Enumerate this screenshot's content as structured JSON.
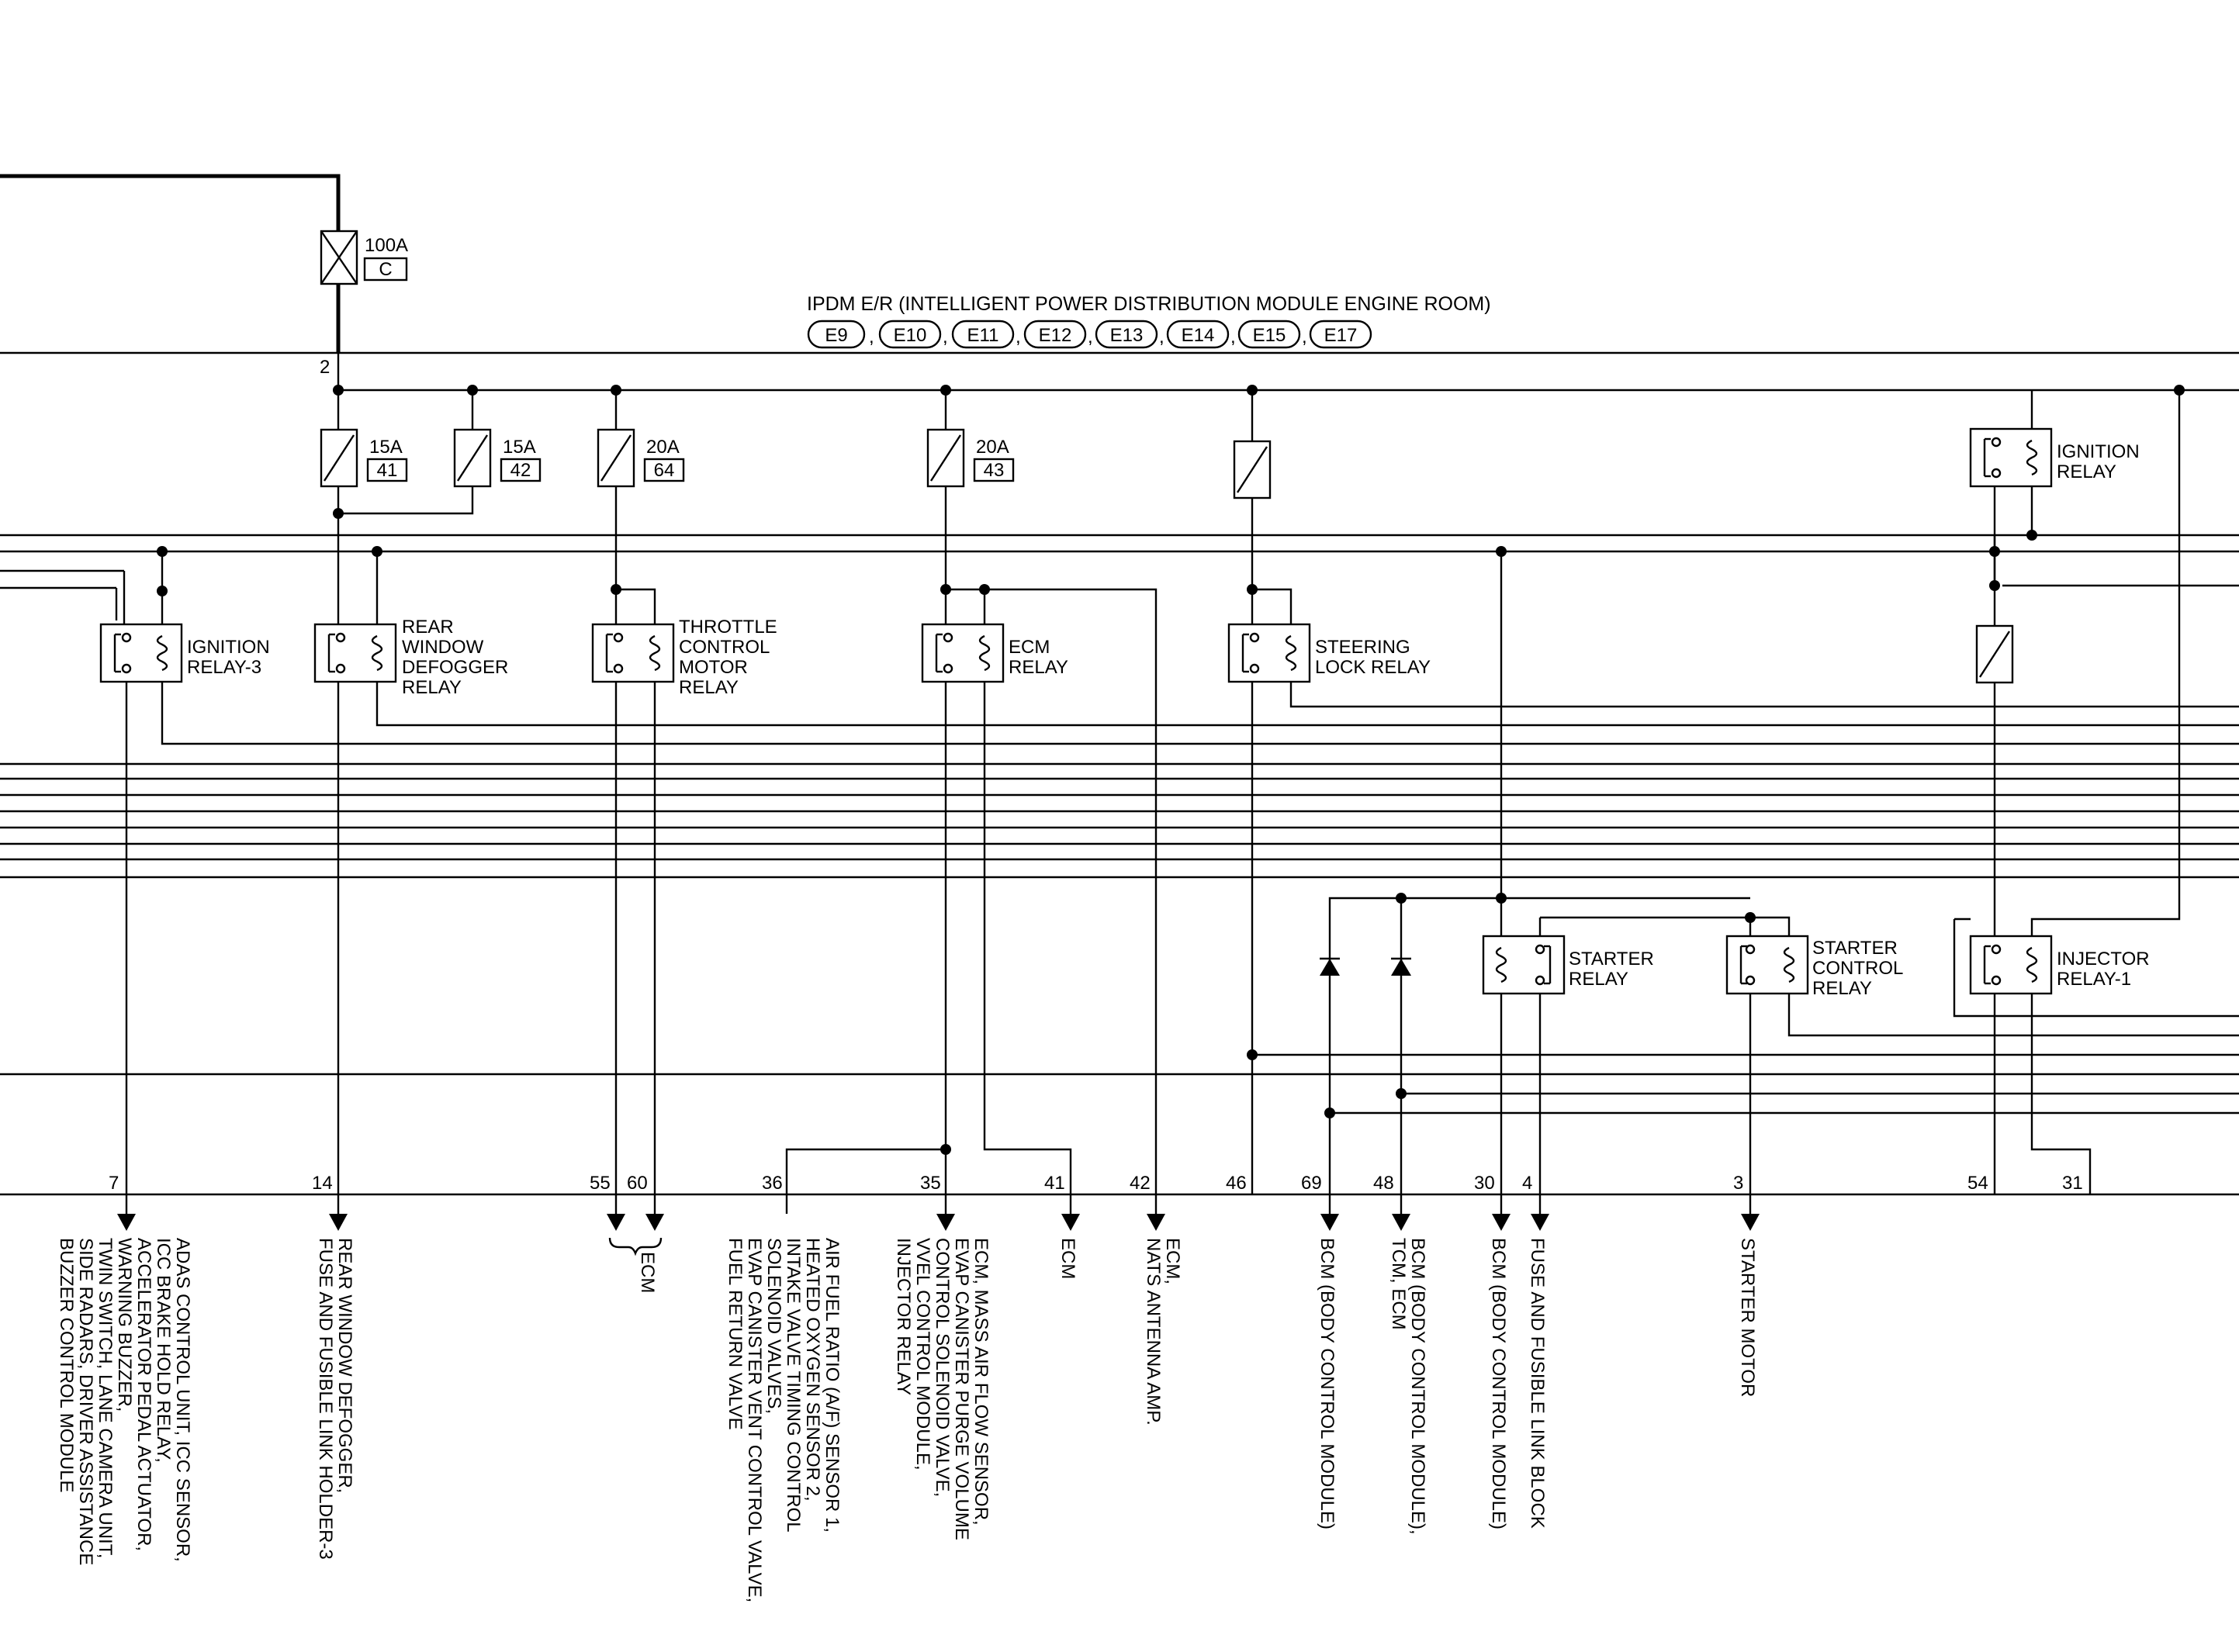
{
  "module": {
    "title": "IPDM E/R (INTELLIGENT POWER DISTRIBUTION MODULE ENGINE ROOM)",
    "connectors": [
      "E9",
      "E10",
      "E11",
      "E12",
      "E13",
      "E14",
      "E15",
      "E17"
    ]
  },
  "main_fuse": {
    "rating": "100A",
    "id": "C",
    "terminal": "2"
  },
  "fuses": [
    {
      "rating": "15A",
      "number": "41"
    },
    {
      "rating": "15A",
      "number": "42"
    },
    {
      "rating": "20A",
      "number": "64"
    },
    {
      "rating": "20A",
      "number": "43"
    }
  ],
  "relays": {
    "ignition_relay_3": [
      "IGNITION",
      "RELAY-3"
    ],
    "rear_window_defogger_relay": [
      "REAR",
      "WINDOW",
      "DEFOGGER",
      "RELAY"
    ],
    "throttle_control_motor_relay": [
      "THROTTLE",
      "CONTROL",
      "MOTOR",
      "RELAY"
    ],
    "ecm_relay": [
      "ECM",
      "RELAY"
    ],
    "steering_lock_relay": [
      "STEERING",
      "LOCK RELAY"
    ],
    "ignition_relay": [
      "IGNITION",
      "RELAY"
    ],
    "starter_relay": [
      "STARTER",
      "RELAY"
    ],
    "starter_control_relay": [
      "STARTER",
      "CONTROL",
      "RELAY"
    ],
    "injector_relay_1": [
      "INJECTOR",
      "RELAY-1"
    ]
  },
  "terminals": [
    "7",
    "14",
    "55",
    "60",
    "36",
    "35",
    "41",
    "42",
    "46",
    "69",
    "48",
    "30",
    "4",
    "3",
    "54",
    "31"
  ],
  "destinations": {
    "t7": [
      "ADAS CONTROL UNIT, ICC SENSOR,",
      "ICC BRAKE HOLD RELAY,",
      "ACCELERATOR PEDAL ACTUATOR,",
      "WARNING BUZZER,",
      "TWIN SWITCH, LANE CAMERA UNIT,",
      "SIDE RADARS, DRIVER ASSISTANCE",
      "BUZZER CONTROL MODULE"
    ],
    "t14": [
      "REAR WINDOW DEFOGGER,",
      "FUSE AND FUSIBLE LINK HOLDER-3"
    ],
    "t55_60": [
      "ECM"
    ],
    "t36": [
      "AIR FUEL RATIO (A/F) SENSOR 1,",
      "HEATED OXYGEN SENSOR 2,",
      "INTAKE VALVE TIMING CONTROL",
      "SOLENOID VALVES,",
      "EVAP CANISTER VENT CONTROL VALVE,",
      "FUEL RETURN VALVE"
    ],
    "t35": [
      "ECM, MASS AIR FLOW SENSOR,",
      "EVAP CANISTER PURGE VOLUME",
      "CONTROL SOLENOID VALVE,",
      "VVEL CONTROL MODULE,",
      "INJECTOR RELAY"
    ],
    "t41": [
      "ECM"
    ],
    "t42": [
      "ECM,",
      "NATS ANTENNA AMP."
    ],
    "t69": [
      "BCM (BODY CONTROL MODULE)"
    ],
    "t48": [
      "BCM (BODY CONTROL MODULE),",
      "TCM, ECM"
    ],
    "t30": [
      "BCM (BODY CONTROL MODULE)"
    ],
    "t4": [
      "FUSE AND FUSIBLE LINK BLOCK"
    ],
    "t3": [
      "STARTER MOTOR"
    ]
  }
}
